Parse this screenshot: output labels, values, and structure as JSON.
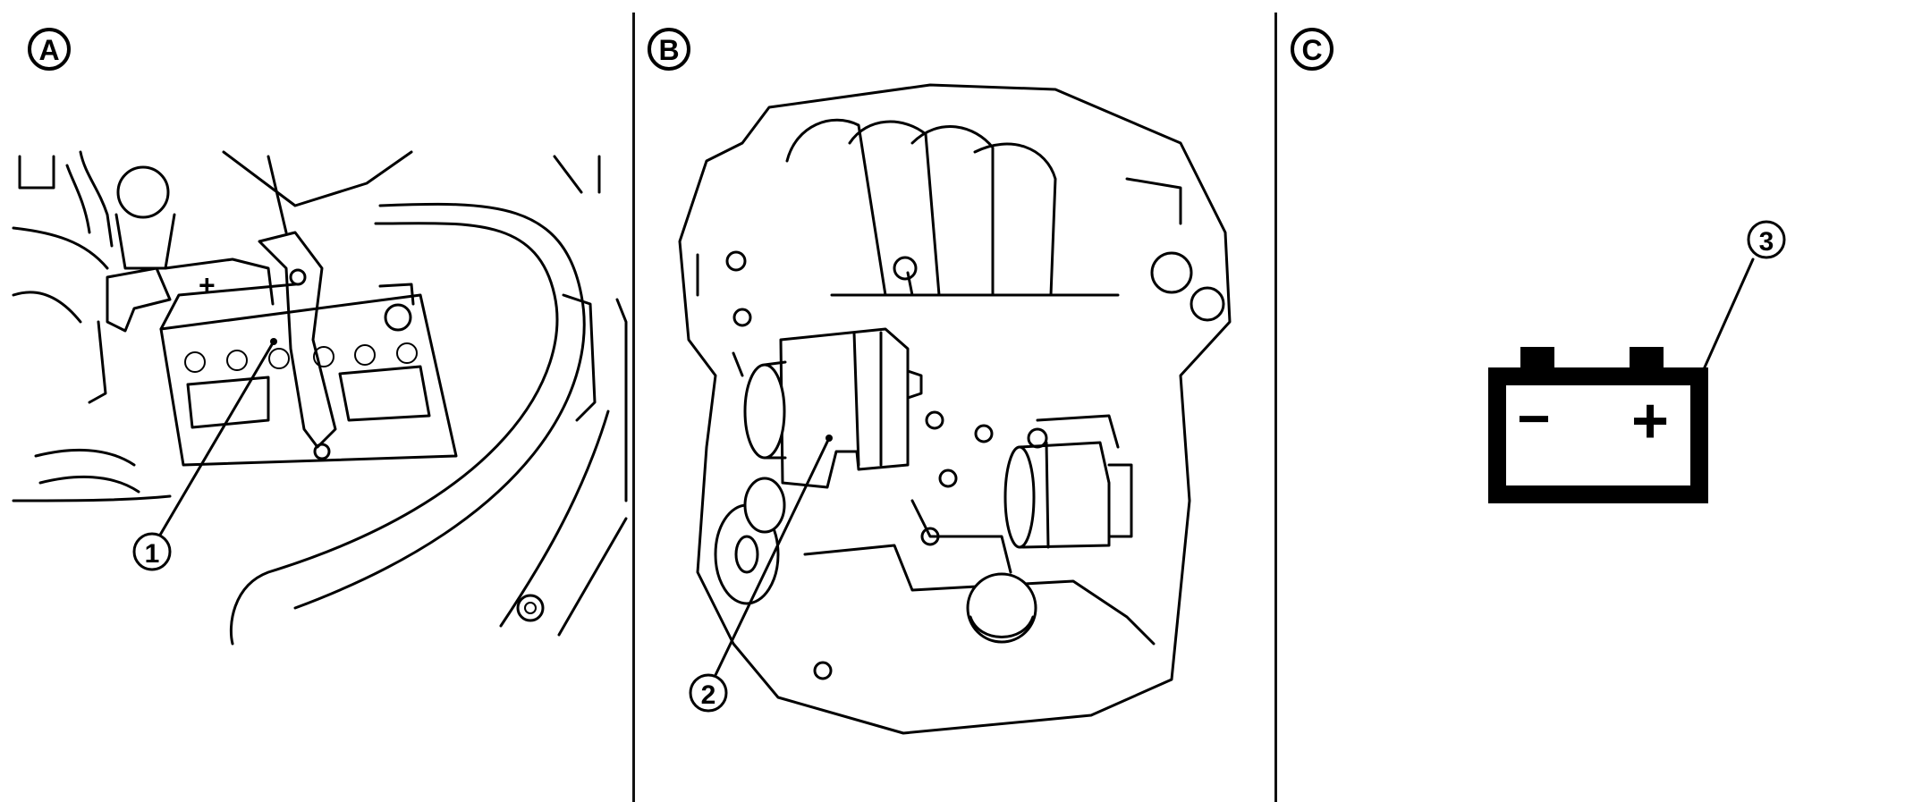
{
  "panels": [
    {
      "id": "A",
      "label": "A",
      "callout": "1"
    },
    {
      "id": "B",
      "label": "B",
      "callout": "2"
    },
    {
      "id": "C",
      "label": "C",
      "callout": "3"
    }
  ],
  "battery_symbol": {
    "minus": "−",
    "plus": "+"
  }
}
